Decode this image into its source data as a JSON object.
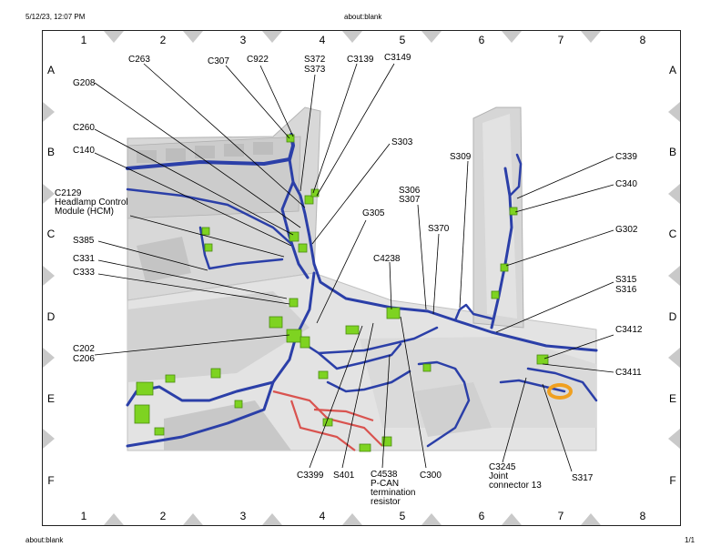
{
  "header": {
    "datetime": "5/12/23, 12:07 PM",
    "url": "about:blank"
  },
  "footer": {
    "url": "about:blank",
    "page": "1/1"
  },
  "grid": {
    "columns": [
      "1",
      "2",
      "3",
      "4",
      "5",
      "6",
      "7",
      "8"
    ],
    "rows": [
      "A",
      "B",
      "C",
      "D",
      "E",
      "F"
    ]
  },
  "labels": {
    "c263": "C263",
    "c307": "C307",
    "c922": "C922",
    "s372": "S372",
    "s373": "S373",
    "c3139": "C3139",
    "c3149": "C3149",
    "g208": "G208",
    "c260": "C260",
    "s303": "S303",
    "c140": "C140",
    "s309": "S309",
    "c339": "C339",
    "c340": "C340",
    "c2129": "C2129",
    "hcm1": "Headlamp Control",
    "hcm2": "Module (HCM)",
    "s306": "S306",
    "s307": "S307",
    "g305": "G305",
    "s370": "S370",
    "g302": "G302",
    "s385": "S385",
    "c331": "C331",
    "c333": "C333",
    "c4238": "C4238",
    "s315": "S315",
    "s316": "S316",
    "c3412": "C3412",
    "c202": "C202",
    "c206": "C206",
    "c3411": "C3411",
    "c3399": "C3399",
    "s401": "S401",
    "c4538": "C4538",
    "pcan1": "P-CAN",
    "pcan2": "termination",
    "pcan3": "resistor",
    "c300": "C300",
    "c3245": "C3245",
    "joint1": "Joint",
    "joint2": "connector 13",
    "s317": "S317"
  },
  "colors": {
    "harness": "#2b3fa8",
    "harness_dark": "#1a237e",
    "connector": "#7ed321",
    "red_harness": "#d9534f",
    "orange_part": "#f0a020",
    "body_gray": "#cfcfcf",
    "body_dark": "#a8a8a8"
  }
}
